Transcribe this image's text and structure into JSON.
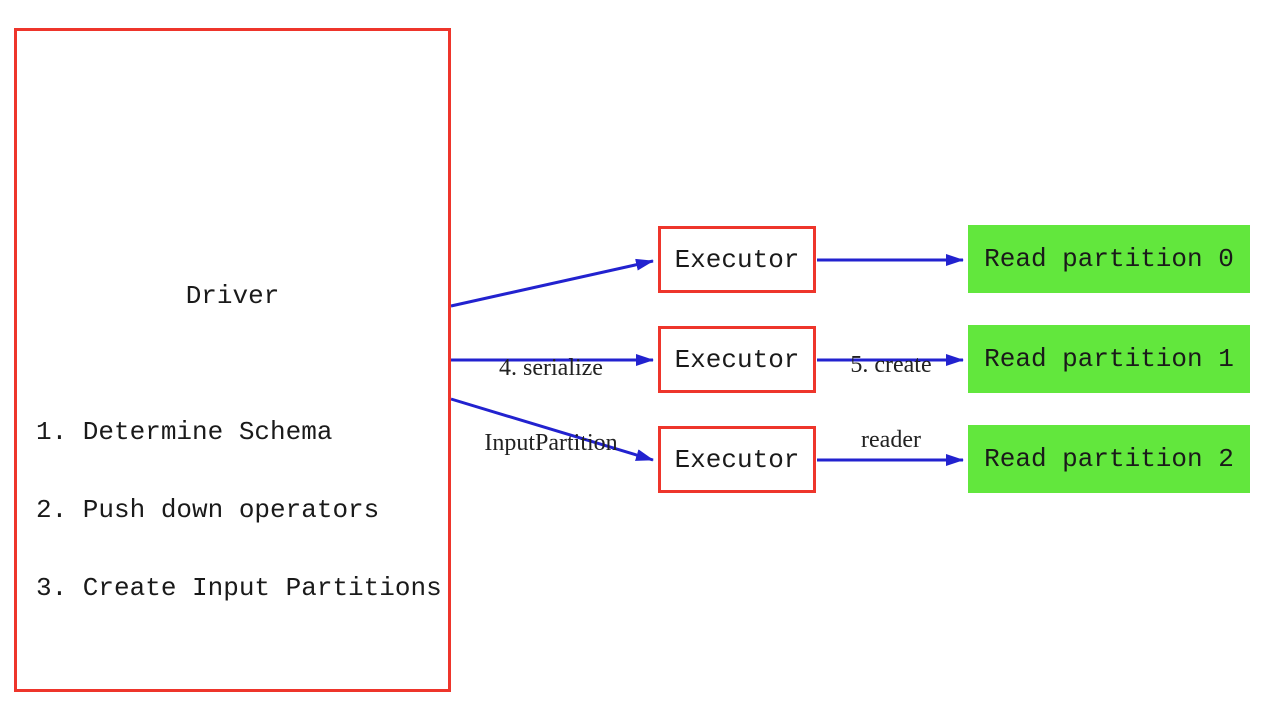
{
  "colors": {
    "red": "#ee352b",
    "blue": "#2222cf",
    "green": "#62e73d",
    "text": "#1a1a1a"
  },
  "driver": {
    "title": "Driver",
    "steps": [
      "1. Determine Schema",
      "2. Push down operators",
      "3. Create Input Partitions"
    ]
  },
  "executors": [
    {
      "label": "Executor"
    },
    {
      "label": "Executor"
    },
    {
      "label": "Executor"
    }
  ],
  "partitions": [
    {
      "label": "Read partition 0"
    },
    {
      "label": "Read partition 1"
    },
    {
      "label": "Read partition 2"
    }
  ],
  "edge_labels": {
    "serialize": {
      "line1": "4. serialize",
      "line2": "InputPartition"
    },
    "create_reader": {
      "line1": "5. create",
      "line2": "reader"
    }
  }
}
